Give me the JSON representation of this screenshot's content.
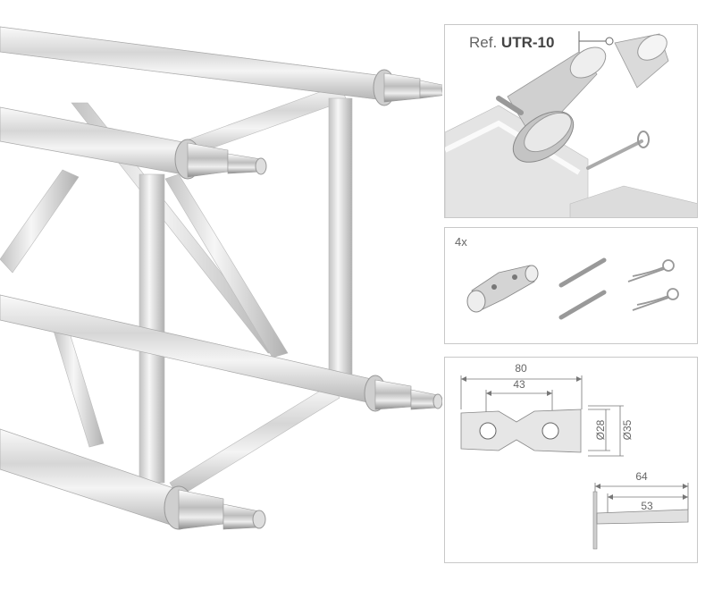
{
  "reference": {
    "prefix": "Ref.",
    "code": "UTR-10"
  },
  "kit": {
    "quantity_label": "4x"
  },
  "dimensions": {
    "conical_connector": {
      "overall_length": "80",
      "hole_spacing": "43",
      "inner_diameter": "Ø28",
      "outer_diameter": "Ø35"
    },
    "spigot_pin": {
      "overall_length": "64",
      "shaft_length": "53"
    }
  },
  "colors": {
    "aluminium_light": "#f2f2f2",
    "aluminium_mid": "#cfcfcf",
    "aluminium_dark": "#9a9a9a",
    "frame_border": "#c8c8c8",
    "dimension_line": "#777777"
  }
}
